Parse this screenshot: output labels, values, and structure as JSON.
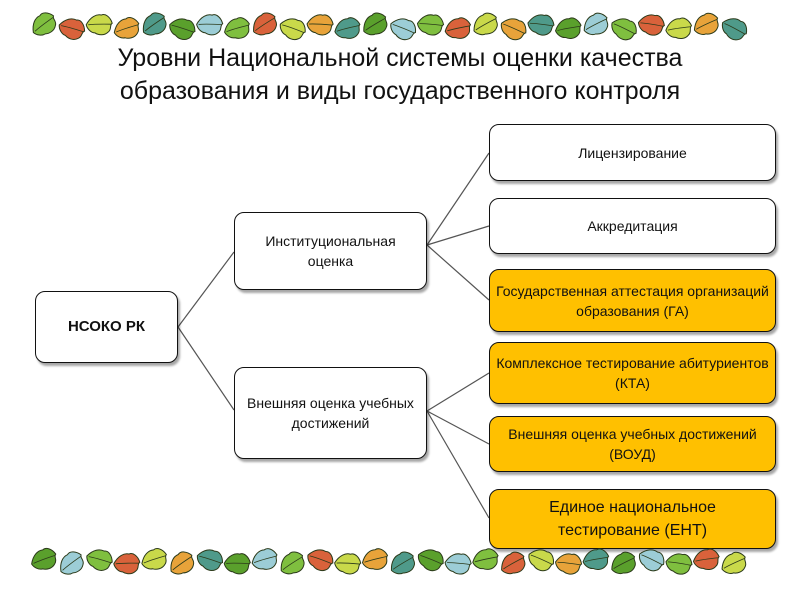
{
  "title": {
    "line1": "Уровни Национальной системы оценки качества",
    "line2": "образования и виды государственного контроля"
  },
  "diagram": {
    "root": {
      "label": "НСОКО РК"
    },
    "branches": [
      {
        "label": "Институциональная оценка",
        "children": [
          {
            "label": "Лицензирование",
            "highlighted": false
          },
          {
            "label": "Аккредитация",
            "highlighted": false
          },
          {
            "label": "Государственная аттестация организаций образования (ГА)",
            "highlighted": true
          }
        ]
      },
      {
        "label": "Внешняя оценка учебных достижений",
        "children": [
          {
            "label": "Комплексное тестирование абитуриентов (КТА)",
            "highlighted": true
          },
          {
            "label": "Внешняя оценка учебных достижений (ВОУД)",
            "highlighted": true
          },
          {
            "label": "Единое национальное тестирование (ЕНТ)",
            "highlighted": true
          }
        ]
      }
    ]
  },
  "colors": {
    "highlight": "#ffc000",
    "border": "#111111",
    "connector": "#555555",
    "leaf_palette": [
      "#7fbf3f",
      "#5aa02c",
      "#e8a33a",
      "#d9623b",
      "#9ccdd6",
      "#4f9a8a",
      "#c9d94a"
    ]
  }
}
